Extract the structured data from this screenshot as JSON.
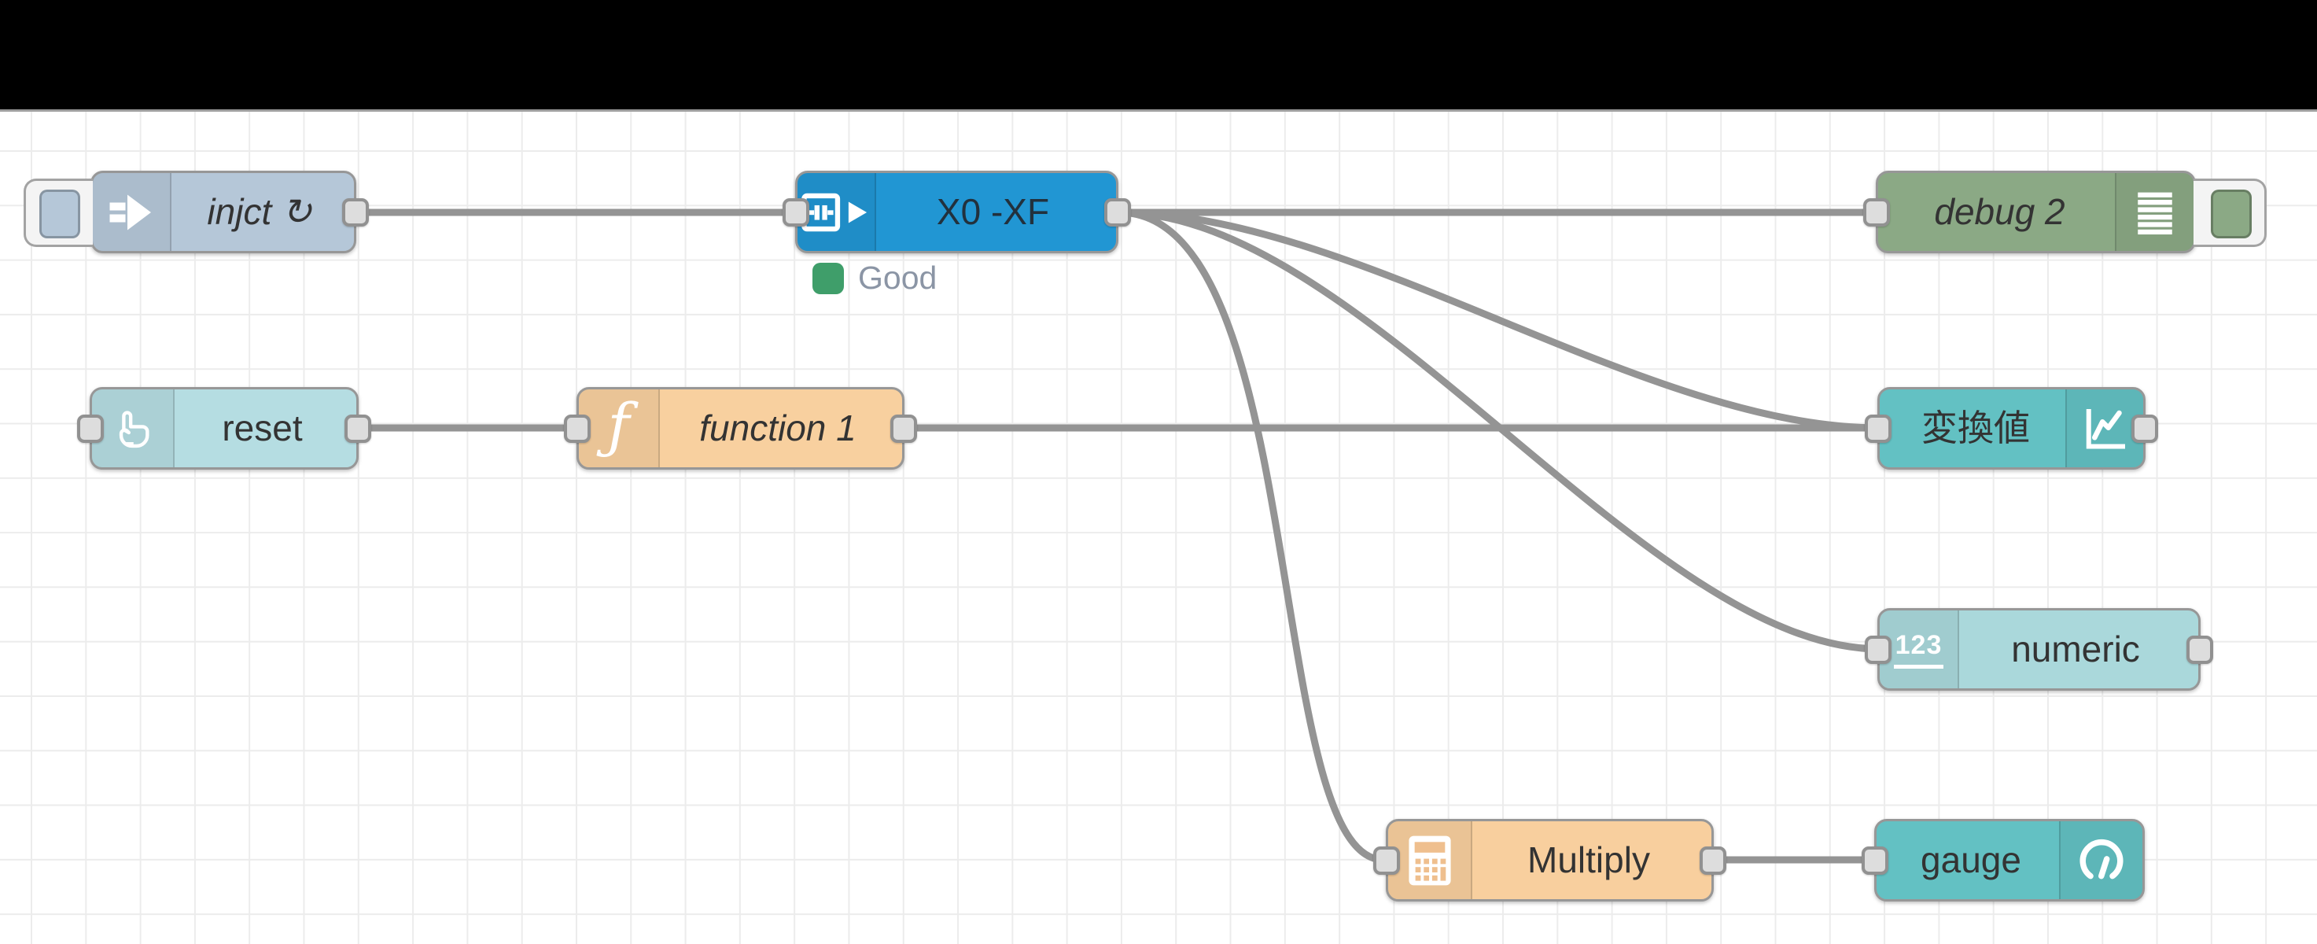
{
  "colors": {
    "header_bg": "#000000",
    "canvas_bg": "#ffffff",
    "grid_line": "#ececec",
    "wire": "#949494",
    "port_fill": "#dddddd",
    "port_border": "#919191",
    "node_border": "#979797"
  },
  "status": {
    "text": "Good",
    "dot_color": "#3f9e6a",
    "text_color": "#8b95a5"
  },
  "nodes": [
    {
      "id": "inject",
      "label": "injct ↻",
      "color": "#b5c7d8",
      "icon": "inject-arrow-icon",
      "has_button": true
    },
    {
      "id": "plc-read",
      "label": "X0 -XF",
      "color": "#2196d3",
      "icon": "plc-connector-icon"
    },
    {
      "id": "debug",
      "label": "debug 2",
      "color": "#8ba985",
      "icon": "debug-list-icon",
      "has_button": true
    },
    {
      "id": "reset",
      "label": "reset",
      "color": "#b5dde2",
      "icon": "hand-pointer-icon"
    },
    {
      "id": "function",
      "label": "function 1",
      "color": "#f8d09f",
      "icon": "function-f-icon"
    },
    {
      "id": "chart",
      "label": "変換値",
      "color": "#63c1c3",
      "icon": "line-chart-icon"
    },
    {
      "id": "numeric",
      "label": "numeric",
      "color": "#aad8db",
      "icon": "numeric-123-icon"
    },
    {
      "id": "multiply",
      "label": "Multiply",
      "color": "#f8cf9e",
      "icon": "calculator-icon"
    },
    {
      "id": "gauge",
      "label": "gauge",
      "color": "#63c1c3",
      "icon": "gauge-icon"
    }
  ],
  "icon_text": {
    "function": "ƒ",
    "numeric": "123"
  }
}
